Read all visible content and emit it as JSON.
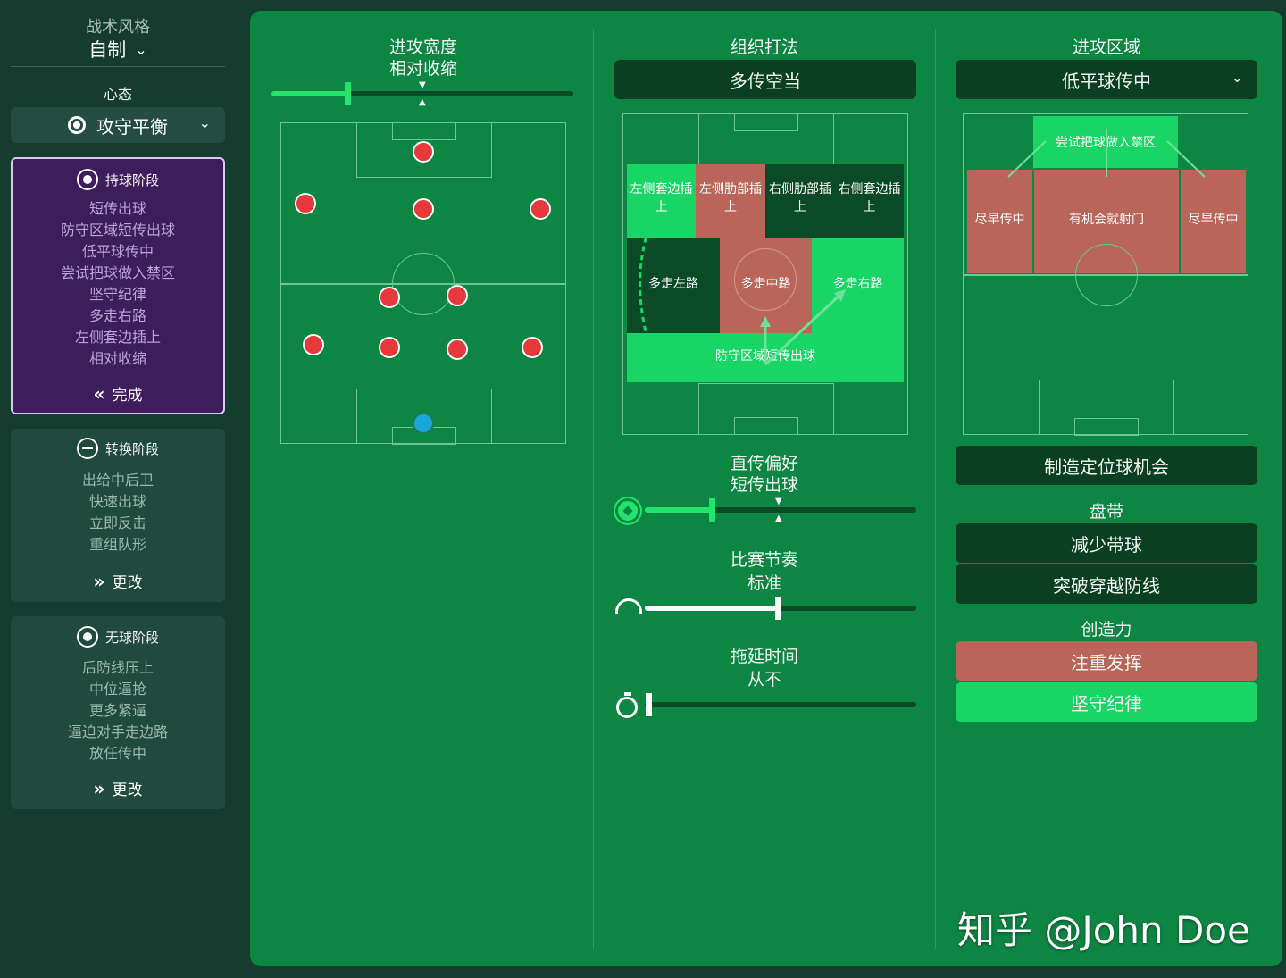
{
  "sidebar": {
    "style_label": "战术风格",
    "style_value": "自制",
    "mentality_label": "心态",
    "mentality_value": "攻守平衡",
    "phases": [
      {
        "title": "持球阶段",
        "items": [
          "短传出球",
          "防守区域短传出球",
          "低平球传中",
          "尝试把球做入禁区",
          "坚守纪律",
          "多走右路",
          "左侧套边插上",
          "相对收缩"
        ],
        "action": "完成"
      },
      {
        "title": "转换阶段",
        "items": [
          "出给中后卫",
          "快速出球",
          "立即反击",
          "重组队形"
        ],
        "action": "更改"
      },
      {
        "title": "无球阶段",
        "items": [
          "后防线压上",
          "中位逼抢",
          "更多紧逼",
          "逼迫对手走边路",
          "放任传中"
        ],
        "action": "更改"
      }
    ]
  },
  "col1": {
    "title": "进攻宽度",
    "value": "相对收缩"
  },
  "col2": {
    "title": "组织打法",
    "button": "多传空当",
    "zones": {
      "left_overlap": "左侧套边插上",
      "left_half": "左侧肋部插上",
      "right_half": "右侧肋部插上",
      "right_overlap": "右侧套边插上",
      "left_lane": "多走左路",
      "center_lane": "多走中路",
      "right_lane": "多走右路",
      "short_build": "防守区域短传出球"
    },
    "passing_label": "直传偏好",
    "passing_value": "短传出球",
    "tempo_label": "比赛节奏",
    "tempo_value": "标准",
    "timewaste_label": "拖延时间",
    "timewaste_value": "从不"
  },
  "col3": {
    "title": "进攻区域",
    "select": "低平球传中",
    "zones": {
      "box": "尝试把球做入禁区",
      "left_cross": "尽早传中",
      "center_shoot": "有机会就射门",
      "right_cross": "尽早传中"
    },
    "set_pieces": "制造定位球机会",
    "dribbling_label": "盘带",
    "dribble_1": "减少带球",
    "dribble_2": "突破穿越防线",
    "creativity_label": "创造力",
    "creative_1": "注重发挥",
    "creative_2": "坚守纪律"
  },
  "watermark": "知乎 @John Doe",
  "colors": {
    "panel_green": "#0d8644",
    "accent_green": "#22e56e",
    "red_zone": "#b9655a",
    "active_phase": "#3e1d5c"
  }
}
